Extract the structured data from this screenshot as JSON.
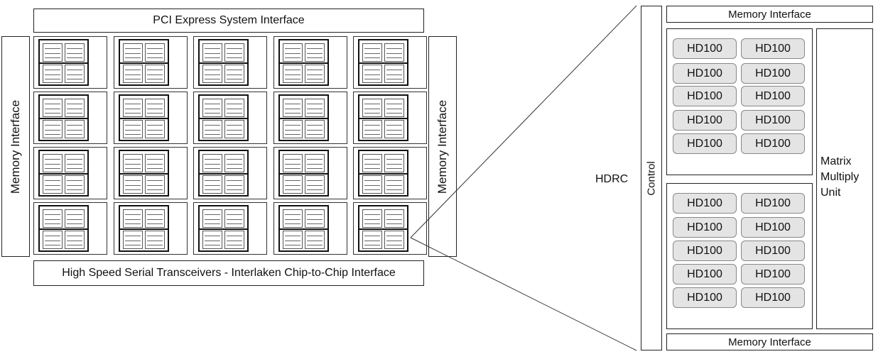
{
  "chip": {
    "top_interface": "PCI Express System Interface",
    "left_interface": "Memory Interface",
    "right_interface": "Memory Interface",
    "bottom_interface": "High Speed Serial Transceivers - Interlaken Chip-to-Chip Interface"
  },
  "detail": {
    "hdrc_label": "HDRC",
    "control_label": "Control",
    "top_memory": "Memory Interface",
    "bottom_memory": "Memory Interface",
    "matrix_label": [
      "Matrix",
      "Multiply",
      "Unit"
    ],
    "clusters": [
      {
        "units": [
          "HD100",
          "HD100",
          "HD100",
          "HD100",
          "HD100",
          "HD100",
          "HD100",
          "HD100",
          "HD100",
          "HD100"
        ]
      },
      {
        "units": [
          "HD100",
          "HD100",
          "HD100",
          "HD100",
          "HD100",
          "HD100",
          "HD100",
          "HD100",
          "HD100",
          "HD100"
        ]
      }
    ]
  }
}
